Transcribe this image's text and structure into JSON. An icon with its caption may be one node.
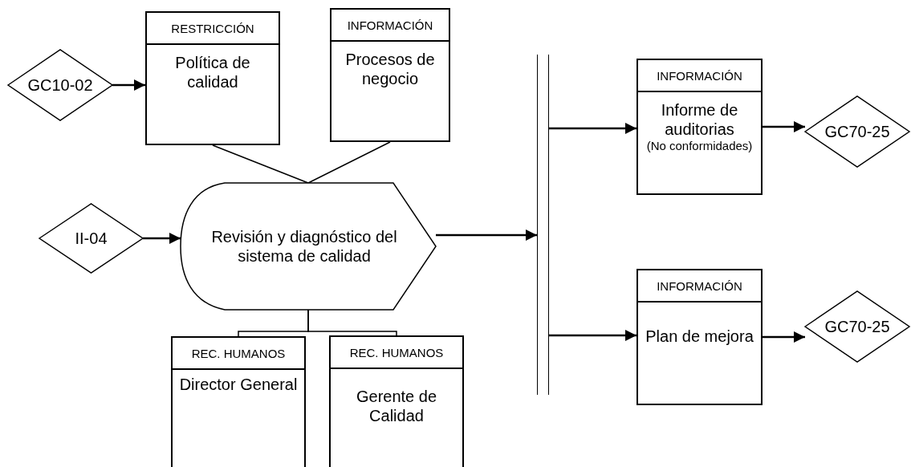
{
  "diagram": {
    "nodes": [
      {
        "text": [
          "GC10-02"
        ]
      },
      {
        "text": [
          "RESTRICCIÓN",
          "Política de calidad"
        ]
      },
      {
        "text": [
          "INFORMACIÓN",
          "Procesos de negocio"
        ]
      },
      {
        "text": [
          "II-04"
        ]
      },
      {
        "text": [
          "Revisión y diagnóstico del sistema de calidad"
        ]
      },
      {
        "text": [],
        "shape": "bar"
      },
      {
        "text": [
          "INFORMACIÓN",
          "Informe de auditorias",
          "(No conformidades)"
        ]
      },
      {
        "text": [
          "GC70-25"
        ]
      },
      {
        "text": [
          "INFORMACIÓN",
          "Plan de mejora"
        ]
      },
      {
        "text": [
          "GC70-25"
        ]
      },
      {
        "text": [
          "REC. HUMANOS",
          "Director General"
        ]
      },
      {
        "text": [
          "REC. HUMANOS",
          "Gerente de Calidad"
        ]
      }
    ],
    "edges": [
      {
        "from": 0,
        "to": 1,
        "arrow": "to"
      },
      {
        "from": 1,
        "to": 4,
        "arrow": "none"
      },
      {
        "from": 2,
        "to": 4,
        "arrow": "none"
      },
      {
        "from": 3,
        "to": 4,
        "arrow": "to"
      },
      {
        "from": 4,
        "to": 5,
        "arrow": "to"
      },
      {
        "from": 5,
        "to": 6,
        "arrow": "to"
      },
      {
        "from": 5,
        "to": 8,
        "arrow": "to"
      },
      {
        "from": 6,
        "to": 7,
        "arrow": "to"
      },
      {
        "from": 8,
        "to": 9,
        "arrow": "to"
      },
      {
        "from": 4,
        "to": 10,
        "arrow": "none"
      },
      {
        "from": 4,
        "to": 11,
        "arrow": "none"
      }
    ]
  }
}
